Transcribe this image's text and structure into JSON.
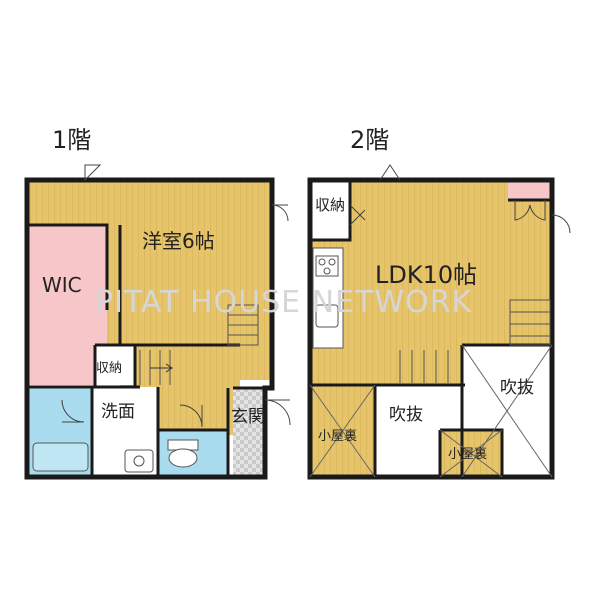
{
  "floor1": {
    "title": "1階",
    "rooms": {
      "western": "洋室6帖",
      "wic": "WIC",
      "storage": "収納",
      "washroom": "洗面",
      "entrance": "玄関"
    }
  },
  "floor2": {
    "title": "2階",
    "rooms": {
      "storage": "収納",
      "ldk": "LDK10帖",
      "void_right": "吹抜",
      "void_center": "吹抜",
      "loft_left": "小屋裏",
      "loft_right": "小屋裏"
    }
  },
  "watermark": "PITAT HOUSE NETWORK",
  "colors": {
    "floor_wood": "#e6c46c",
    "wood_line": "#d4ad4e",
    "wic_pink": "#f7c6c9",
    "bath_blue": "#a9dcee",
    "tile_gray": "#cfcfcf",
    "wall": "#1a1a1a"
  }
}
